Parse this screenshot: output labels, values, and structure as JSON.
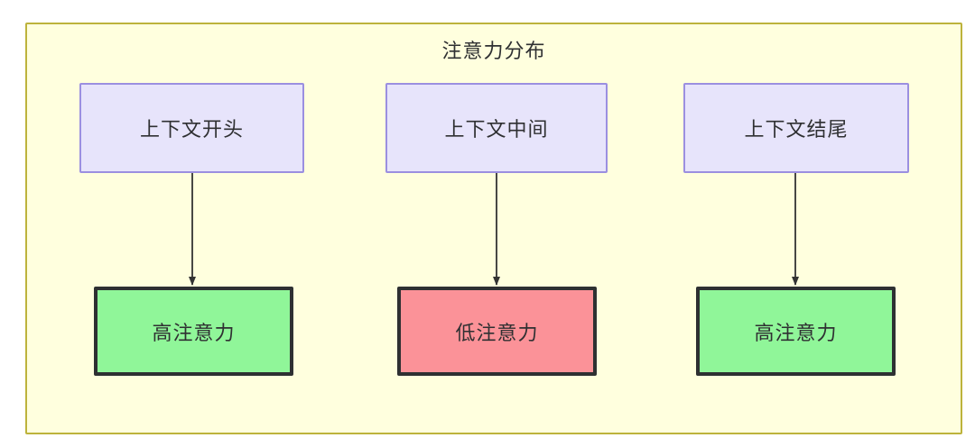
{
  "diagram": {
    "title": "注意力分布",
    "colors": {
      "container_fill": "#ffffde",
      "container_border": "#bdb33c",
      "top_node_fill": "#e7e4fb",
      "top_node_border": "#9b8fe0",
      "high_attention_fill": "#90f699",
      "low_attention_fill": "#fb9298",
      "bottom_node_border": "#2e3032",
      "edge_color": "#333333",
      "text_color": "#2f3032"
    },
    "top_nodes": [
      {
        "id": "context-start",
        "label": "上下文开头"
      },
      {
        "id": "context-middle",
        "label": "上下文中间"
      },
      {
        "id": "context-end",
        "label": "上下文结尾"
      }
    ],
    "bottom_nodes": [
      {
        "id": "attention-high-start",
        "label": "高注意力",
        "level": "high"
      },
      {
        "id": "attention-low-middle",
        "label": "低注意力",
        "level": "low"
      },
      {
        "id": "attention-high-end",
        "label": "高注意力",
        "level": "high"
      }
    ],
    "edges": [
      {
        "from": "上下文开头",
        "to": "高注意力"
      },
      {
        "from": "上下文中间",
        "to": "低注意力"
      },
      {
        "from": "上下文结尾",
        "to": "高注意力"
      }
    ]
  }
}
